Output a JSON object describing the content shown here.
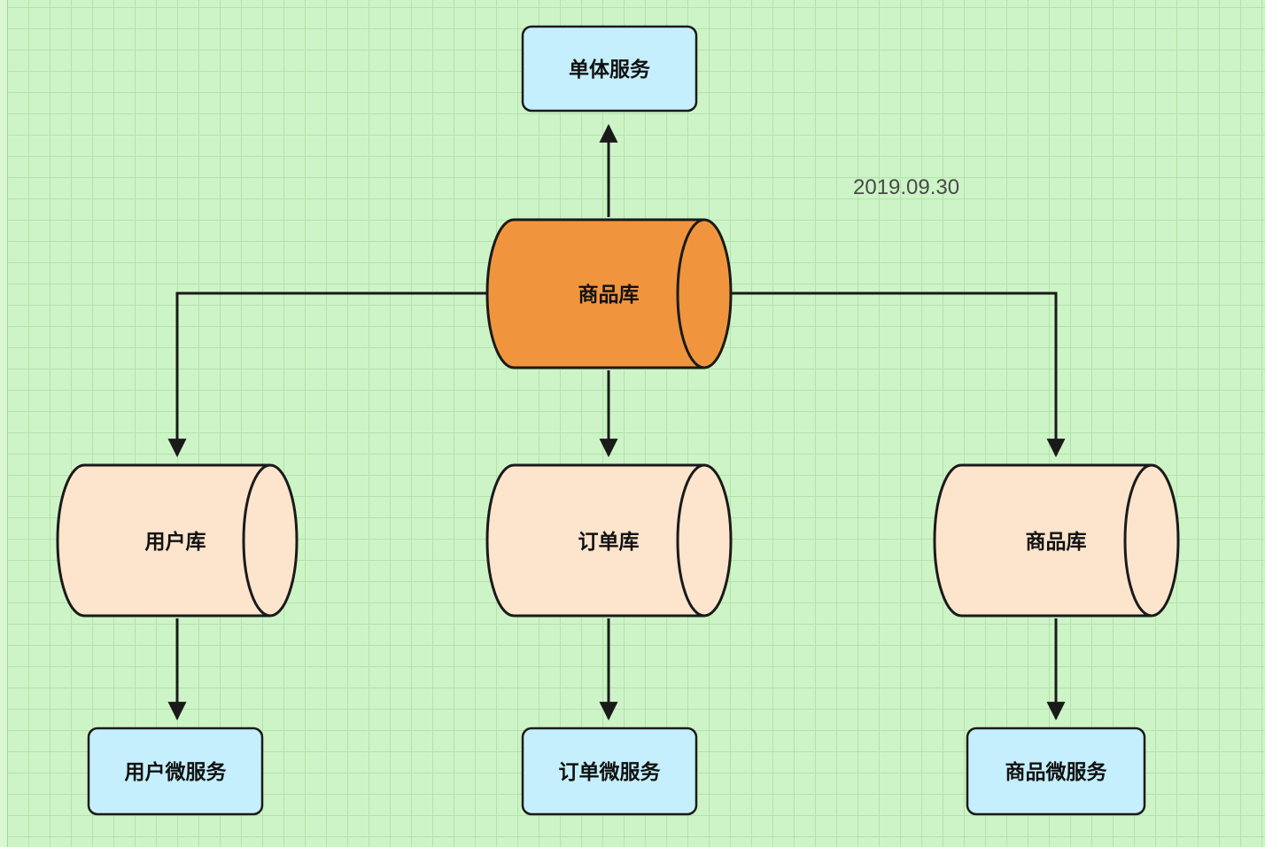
{
  "meta": {
    "date_label": "2019.09.30"
  },
  "diagram": {
    "colors": {
      "bg": "#cdf4c6",
      "grid": "#b3e2ab",
      "edge": "#daf8d4",
      "edge_line": "#a3d49b",
      "stroke": "#1a1a1a",
      "box_fill": "#c5effc",
      "cyl_orange": "#f0953e",
      "cyl_peach": "#fce4cd",
      "date_color": "#4a4a4a"
    },
    "nodes": {
      "monolith": {
        "label": "单体服务",
        "type": "rounded-box"
      },
      "product_db_main": {
        "label": "商品库",
        "type": "cylinder-orange"
      },
      "user_db": {
        "label": "用户库",
        "type": "cylinder-peach"
      },
      "order_db": {
        "label": "订单库",
        "type": "cylinder-peach"
      },
      "product_db": {
        "label": "商品库",
        "type": "cylinder-peach"
      },
      "user_service": {
        "label": "用户微服务",
        "type": "rounded-box"
      },
      "order_service": {
        "label": "订单微服务",
        "type": "rounded-box"
      },
      "product_service": {
        "label": "商品微服务",
        "type": "rounded-box"
      }
    },
    "edges": [
      {
        "from": "product_db_main",
        "to": "monolith"
      },
      {
        "from": "product_db_main",
        "to": "user_db"
      },
      {
        "from": "product_db_main",
        "to": "order_db"
      },
      {
        "from": "product_db_main",
        "to": "product_db"
      },
      {
        "from": "user_db",
        "to": "user_service"
      },
      {
        "from": "order_db",
        "to": "order_service"
      },
      {
        "from": "product_db",
        "to": "product_service"
      }
    ]
  }
}
